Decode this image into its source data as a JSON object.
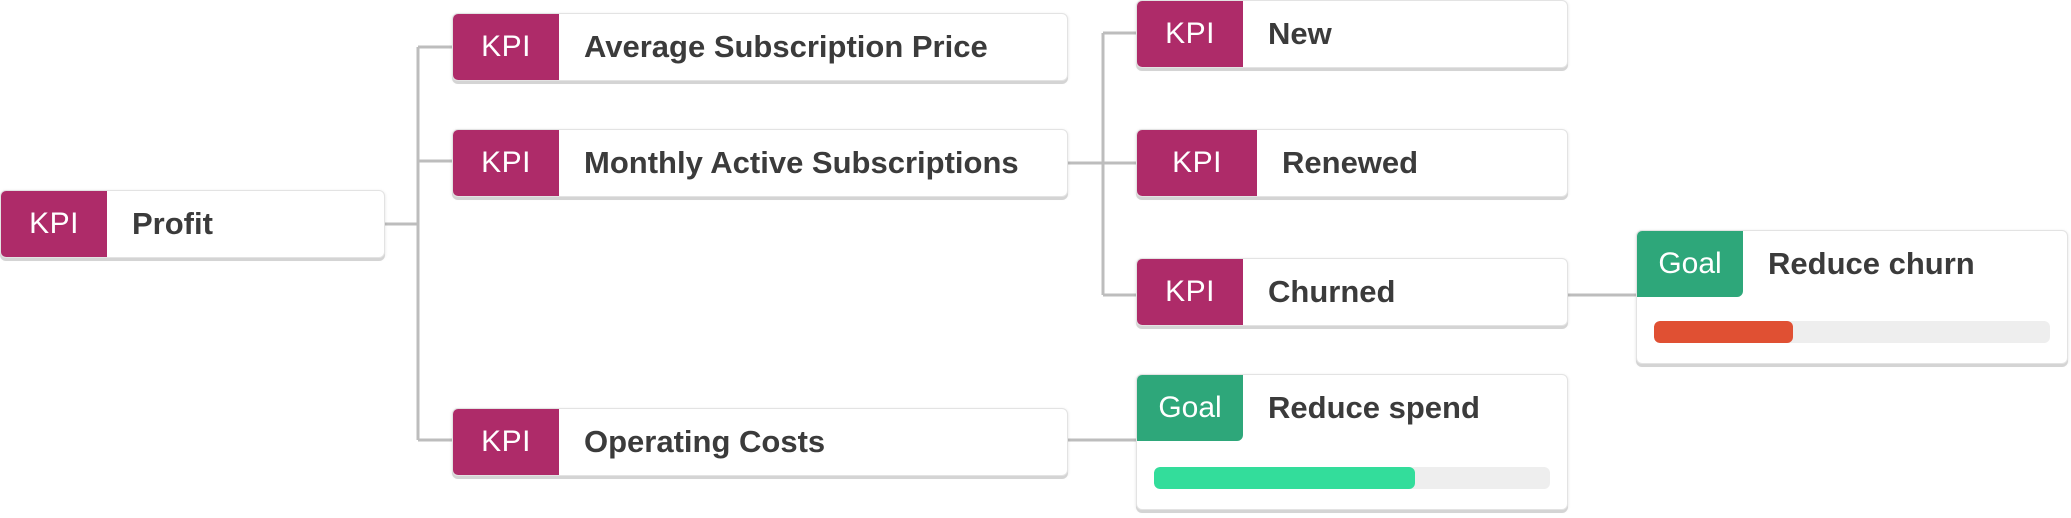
{
  "nodes": {
    "profit": {
      "badge": "KPI",
      "label": "Profit"
    },
    "avg_price": {
      "badge": "KPI",
      "label": "Average Subscription Price"
    },
    "mas": {
      "badge": "KPI",
      "label": "Monthly Active Subscriptions"
    },
    "op_costs": {
      "badge": "KPI",
      "label": "Operating Costs"
    },
    "new": {
      "badge": "KPI",
      "label": "New"
    },
    "renewed": {
      "badge": "KPI",
      "label": "Renewed"
    },
    "churned": {
      "badge": "KPI",
      "label": "Churned"
    }
  },
  "goals": {
    "reduce_churn": {
      "badge": "Goal",
      "label": "Reduce churn",
      "progress": 0.35,
      "bar_color": "#e05033"
    },
    "reduce_spend": {
      "badge": "Goal",
      "label": "Reduce spend",
      "progress": 0.66,
      "bar_color": "#33dd9b"
    }
  },
  "colors": {
    "kpi": "#ae2b69",
    "goal": "#2ea77a",
    "connector": "#bdbdbd"
  }
}
